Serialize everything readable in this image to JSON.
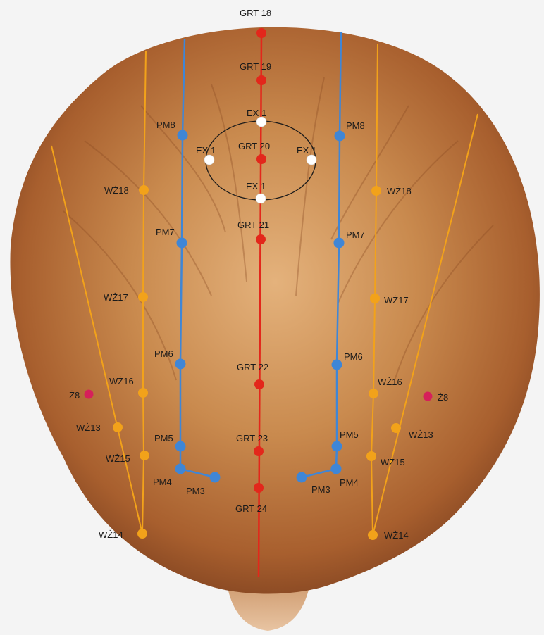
{
  "colors": {
    "background": "#f4f4f4",
    "hair_dark": "#7a3e1e",
    "hair_mid": "#b06a38",
    "hair_light": "#e0b07a",
    "skin": "#e2b58f",
    "governing_vessel": "#e3271b",
    "bladder_meridian": "#3f86d6",
    "gallbladder_meridian": "#f2a21a",
    "extra_point": "#ffffff",
    "small_point": "#d6205a"
  },
  "labels": {
    "grt18": "GRT 18",
    "grt19": "GRT 19",
    "grt20": "GRT 20",
    "grt21": "GRT 21",
    "grt22": "GRT 22",
    "grt23": "GRT 23",
    "grt24": "GRT 24",
    "ex1": "EX 1",
    "pm8": "PM8",
    "pm7": "PM7",
    "pm6": "PM6",
    "pm5": "PM5",
    "pm4": "PM4",
    "pm3": "PM3",
    "wz18": "WŻ18",
    "wz17": "WŻ17",
    "wz16": "WŻ16",
    "wz15": "WŻ15",
    "wz14": "WŻ14",
    "wz13": "WŻ13",
    "z8": "Ż8"
  }
}
